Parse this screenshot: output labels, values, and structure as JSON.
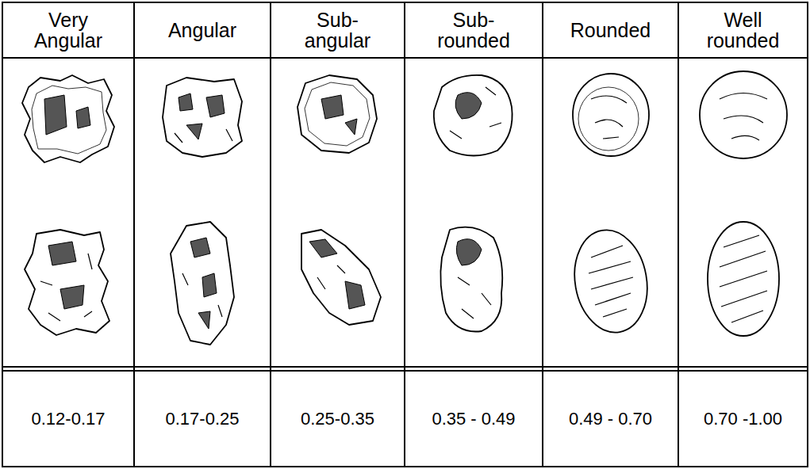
{
  "diagram": {
    "labels": [
      "Very Angular",
      "Angular",
      "Sub- angular",
      "Sub- rounded",
      "Rounded",
      "Well rounded",
      "0.12-0.17",
      "0.17-0.25",
      "0.25-0.35",
      "0.35 - 0.49",
      "0.49 - 0.70",
      "0.70 -1.00"
    ]
  }
}
